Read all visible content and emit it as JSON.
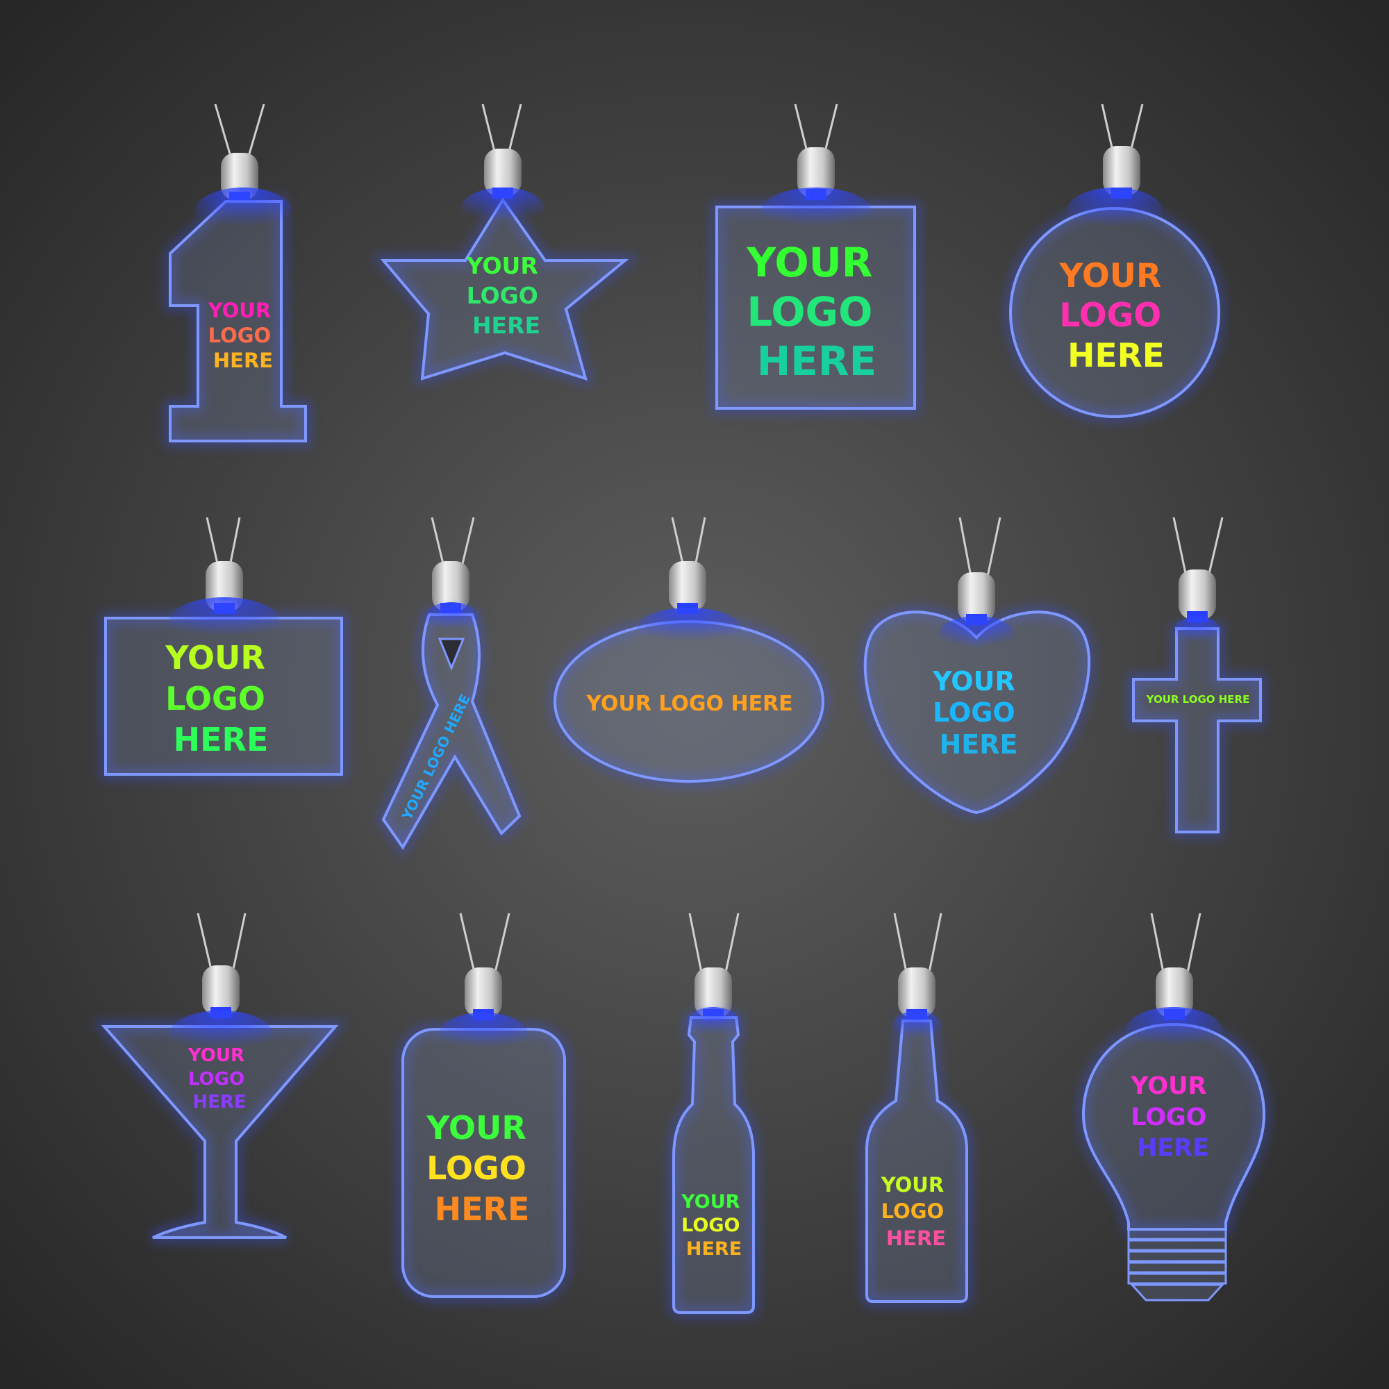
{
  "scene": {
    "background": "#262626",
    "background_center": "#5e5e5e",
    "acrylic_stroke": "#7f98ff",
    "led_glow": "#2f46ff"
  },
  "pendants": [
    {
      "shape": "number-one",
      "lines": [
        "YOUR",
        "LOGO",
        "HERE"
      ],
      "gradient": [
        "#ff1fb7",
        "#ff6b4a",
        "#ffb21f"
      ]
    },
    {
      "shape": "star",
      "lines": [
        "YOUR",
        "LOGO",
        "HERE"
      ],
      "gradient": [
        "#3cff3c",
        "#2fe86a",
        "#20d28f"
      ]
    },
    {
      "shape": "square",
      "lines": [
        "YOUR",
        "LOGO",
        "HERE"
      ],
      "gradient": [
        "#33ff33",
        "#22e67a",
        "#18d09e"
      ]
    },
    {
      "shape": "circle",
      "lines": [
        "YOUR",
        "LOGO",
        "HERE"
      ],
      "gradient": [
        "#ff7a22",
        "#ff2fb0",
        "#f2ff22"
      ]
    },
    {
      "shape": "rectangle",
      "lines": [
        "YOUR",
        "LOGO",
        "HERE"
      ],
      "gradient": [
        "#b6ff1f",
        "#5cff2a",
        "#2cff5a"
      ]
    },
    {
      "shape": "ribbon",
      "lines": [
        "YOUR LOGO HERE"
      ],
      "gradient": [
        "#22a8ff",
        "#1ed1c8",
        "#1fc4ff"
      ]
    },
    {
      "shape": "oval",
      "lines": [
        "YOUR LOGO HERE"
      ],
      "gradient": [
        "#ff3a6e",
        "#ffa11f",
        "#3cff3c",
        "#ffb21f"
      ]
    },
    {
      "shape": "heart",
      "lines": [
        "YOUR",
        "LOGO",
        "HERE"
      ],
      "gradient": [
        "#22c7ff",
        "#1ab7ff",
        "#20b2e8"
      ]
    },
    {
      "shape": "cross",
      "lines": [
        "YOUR LOGO HERE"
      ],
      "gradient": [
        "#3cff3c",
        "#8cff22",
        "#c6ff1f"
      ]
    },
    {
      "shape": "martini-glass",
      "lines": [
        "YOUR",
        "LOGO",
        "HERE"
      ],
      "gradient": [
        "#ff2fd2",
        "#c42fff",
        "#8a3cff"
      ]
    },
    {
      "shape": "rounded-rectangle",
      "lines": [
        "YOUR",
        "LOGO",
        "HERE"
      ],
      "gradient": [
        "#3cff3c",
        "#ffe11f",
        "#ff8a1f"
      ]
    },
    {
      "shape": "beer-bottle",
      "lines": [
        "YOUR",
        "LOGO",
        "HERE"
      ],
      "gradient": [
        "#3cff3c",
        "#e8ff1f",
        "#ffb21f"
      ]
    },
    {
      "shape": "wine-bottle",
      "lines": [
        "YOUR",
        "LOGO",
        "HERE"
      ],
      "gradient": [
        "#c6ff1f",
        "#ffb21f",
        "#ff4fa0"
      ]
    },
    {
      "shape": "light-bulb",
      "lines": [
        "YOUR",
        "LOGO",
        "HERE"
      ],
      "gradient": [
        "#ff2fd2",
        "#d02fff",
        "#5a3cff"
      ]
    }
  ]
}
